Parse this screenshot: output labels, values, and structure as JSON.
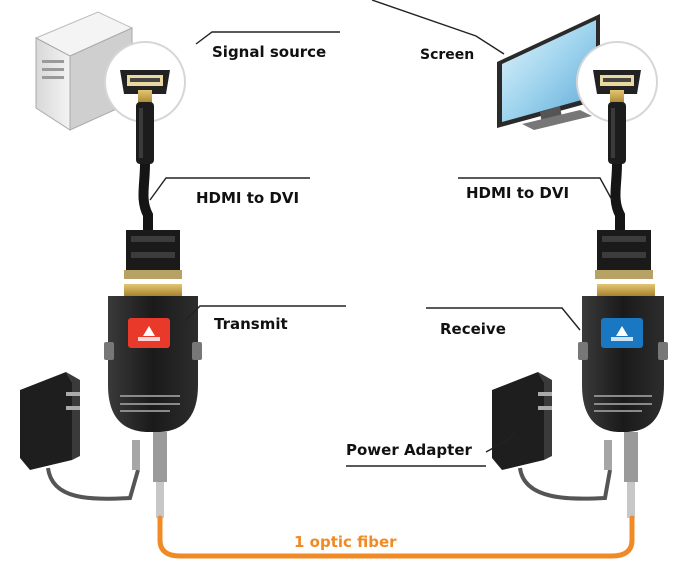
{
  "labels": {
    "signal_source": "Signal source",
    "screen": "Screen",
    "hdmi_dvi_left": "HDMI to DVI",
    "hdmi_dvi_right": "HDMI to DVI",
    "transmit": "Transmit",
    "receive": "Receive",
    "power_adapter": "Power Adapter",
    "fiber": "1 optic fiber"
  },
  "colors": {
    "fiber": "#f08a24",
    "transmit_accent": "#e8392b",
    "receive_accent": "#1a78c2",
    "device_body": "#1b1b1b",
    "gold": "#c9a24a"
  }
}
